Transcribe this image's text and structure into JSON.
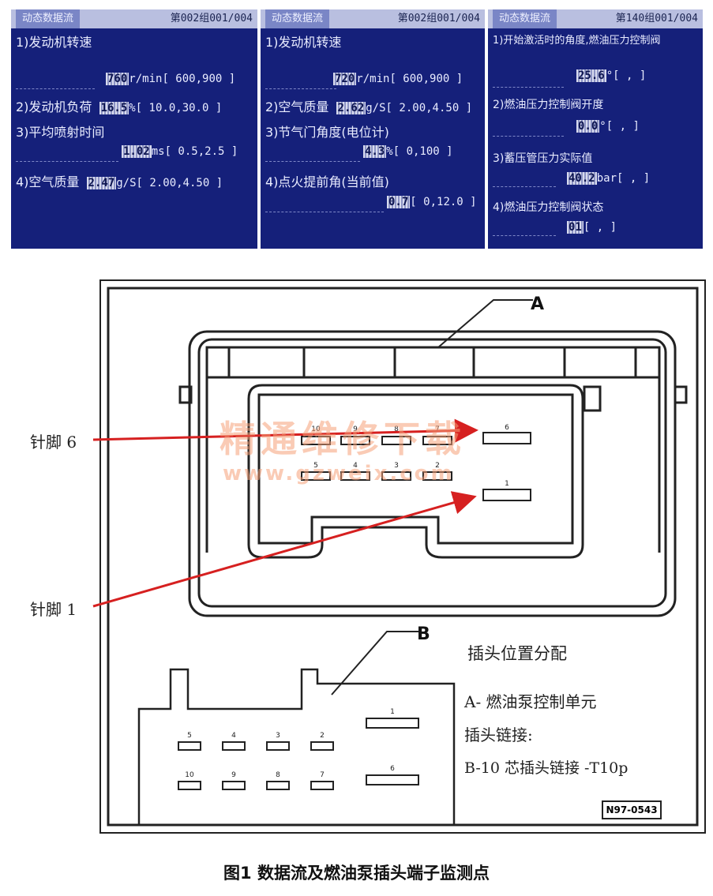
{
  "screens": [
    {
      "title": "动态数据流",
      "group": "第002组001/004",
      "items": [
        {
          "label": "1)发动机转速",
          "value": "760",
          "unit": "r/min",
          "range": "[ 600,900 ]"
        },
        {
          "label": "2)发动机负荷",
          "value": "16.5",
          "unit": "%",
          "range": "[ 10.0,30.0 ]"
        },
        {
          "label": "3)平均喷射时间",
          "value": "1.02",
          "unit": "ms",
          "range": "[ 0.5,2.5 ]"
        },
        {
          "label": "4)空气质量",
          "value": "2.47",
          "unit": "g/S",
          "range": "[ 2.00,4.50 ]"
        }
      ]
    },
    {
      "title": "动态数据流",
      "group": "第002组001/004",
      "items": [
        {
          "label": "1)发动机转速",
          "value": "720",
          "unit": "r/min",
          "range": "[ 600,900 ]"
        },
        {
          "label": "2)空气质量",
          "value": "2.62",
          "unit": "g/S",
          "range": "[ 2.00,4.50 ]"
        },
        {
          "label": "3)节气门角度(电位计)",
          "value": "4.3",
          "unit": "%",
          "range": "[ 0,100 ]"
        },
        {
          "label": "4)点火提前角(当前值)",
          "value": "0.7",
          "unit": "",
          "range": "[ 0,12.0 ]"
        }
      ]
    },
    {
      "title": "动态数据流",
      "group": "第140组001/004",
      "items": [
        {
          "label": "1)开始激活时的角度,燃油压力控制阀",
          "value": "25.6",
          "unit": "°",
          "range": "[ , ]"
        },
        {
          "label": "2)燃油压力控制阀开度",
          "value": "0.0",
          "unit": "°",
          "range": "[ , ]"
        },
        {
          "label": "3)蓄压管压力实际值",
          "value": "40.2",
          "unit": "bar",
          "range": "[ , ]"
        },
        {
          "label": "4)燃油压力控制阀状态",
          "value": "01",
          "unit": "",
          "range": "[ , ]"
        }
      ]
    }
  ],
  "diagram": {
    "label_a": "A",
    "label_b": "B",
    "pin6": "针脚 6",
    "pin1": "针脚 1",
    "legend_title": "插头位置分配",
    "legend_a": "A- 燃油泵控制单元",
    "legend_link": "插头链接:",
    "legend_b": "B-10 芯插头链接 -T10p",
    "part_no": "N97-0543",
    "a_pins_top": [
      "10",
      "9",
      "8",
      "7",
      "6"
    ],
    "a_pins_bottom": [
      "5",
      "4",
      "3",
      "2",
      "1"
    ],
    "b_pins_top": [
      "5",
      "4",
      "3",
      "2",
      "1"
    ],
    "b_pins_bottom": [
      "10",
      "9",
      "8",
      "7",
      "6"
    ],
    "arrow_color": "#d62020"
  },
  "watermark": {
    "cn": "精通维修下载",
    "url": "www.gzweix.com"
  },
  "caption": "图1 数据流及燃油泵插头端子监测点"
}
